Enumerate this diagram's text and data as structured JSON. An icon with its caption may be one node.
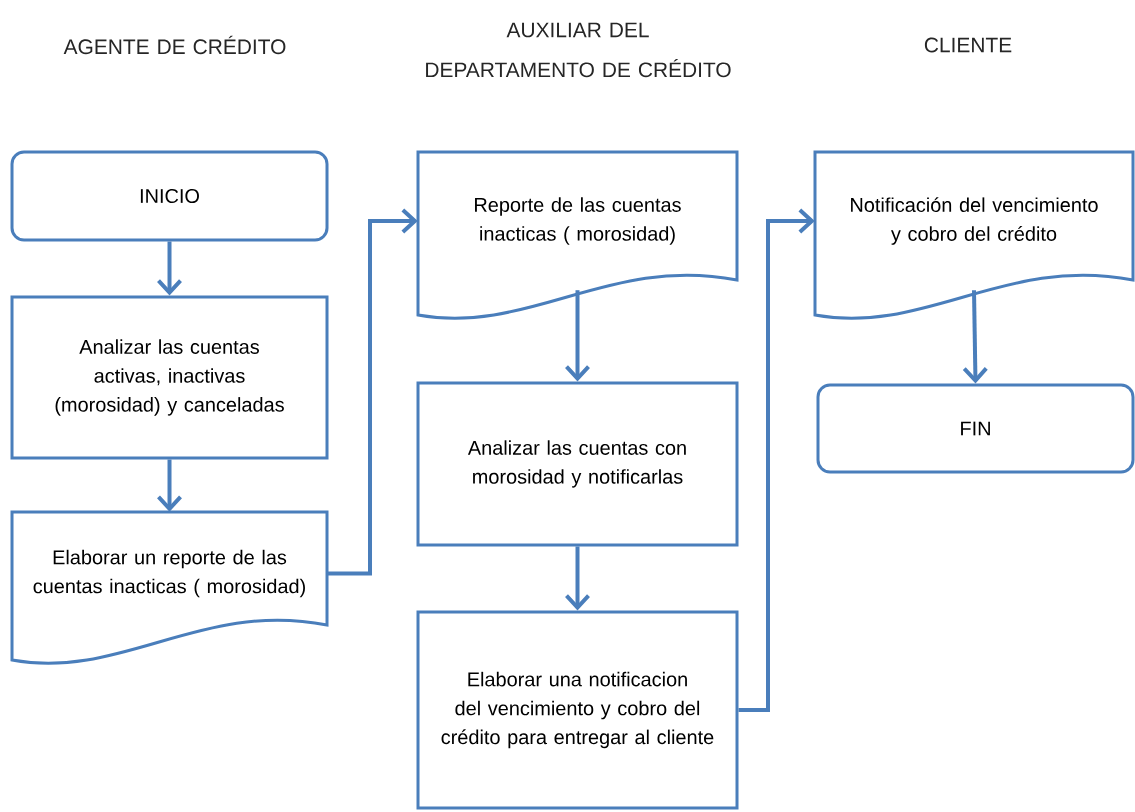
{
  "diagram": {
    "nodes": [
      {
        "text": [
          "INICIO"
        ]
      },
      {
        "text": [
          "Analizar las cuentas activas, inactivas (morosidad) y canceladas"
        ]
      },
      {
        "text": [
          "Elaborar un reporte de las cuentas inacticas ( morosidad)"
        ]
      },
      {
        "text": [
          "Reporte de las cuentas inacticas ( morosidad)"
        ]
      },
      {
        "text": [
          "Analizar las cuentas con morosidad y notificarlas"
        ]
      },
      {
        "text": [
          "Elaborar una notificacion del vencimiento y cobro del crédito para entregar al cliente"
        ]
      },
      {
        "text": [
          "Notificación del vencimiento y cobro del crédito"
        ]
      },
      {
        "text": [
          "FIN"
        ]
      }
    ],
    "edges": [
      {
        "from": 0,
        "to": 1,
        "arrow": "to"
      },
      {
        "from": 1,
        "to": 2,
        "arrow": "to"
      },
      {
        "from": 2,
        "to": 3,
        "arrow": "to"
      },
      {
        "from": 3,
        "to": 4,
        "arrow": "to"
      },
      {
        "from": 4,
        "to": 5,
        "arrow": "to"
      },
      {
        "from": 5,
        "to": 6,
        "arrow": "to"
      },
      {
        "from": 6,
        "to": 7,
        "arrow": "to"
      }
    ],
    "labels": [
      "AGENTE DE CRÉDITO",
      "AUXILIAR DEL DEPARTAMENTO DE CRÉDITO",
      "CLIENTE"
    ]
  }
}
